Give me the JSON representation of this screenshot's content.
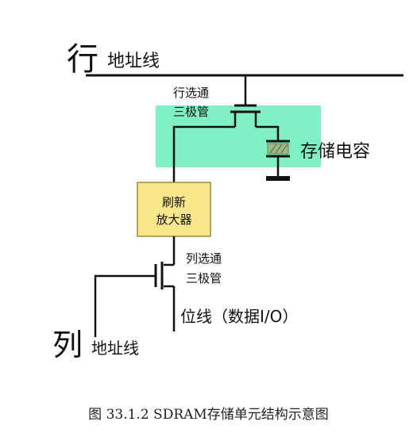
{
  "row_line": {
    "big_char": "行",
    "label": "地址线"
  },
  "row_transistor": {
    "line1": "行选通",
    "line2": "三极管"
  },
  "capacitor": {
    "label": "存储电容"
  },
  "amplifier": {
    "line1": "刷新",
    "line2": "放大器"
  },
  "col_transistor": {
    "line1": "列选通",
    "line2": "三极管"
  },
  "bit_line": {
    "label": "位线（数据I/O）"
  },
  "col_line": {
    "big_char": "列",
    "label": "地址线"
  },
  "caption": "图 33.1.2 SDRAM存储单元结构示意图",
  "colors": {
    "highlight": "#7ff0c4",
    "amplifier_fill": "#f7e68a",
    "amplifier_border": "#a08a3a",
    "line": "#111111"
  }
}
